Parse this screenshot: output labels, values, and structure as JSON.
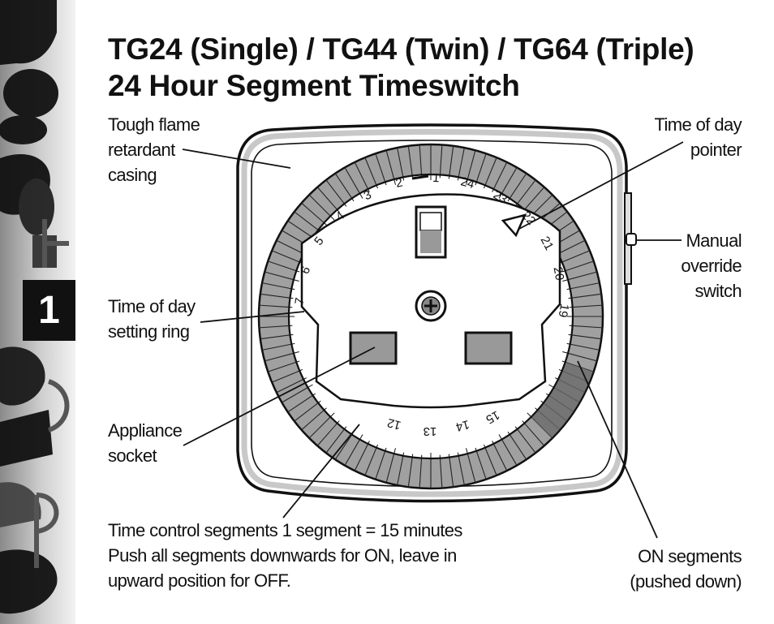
{
  "page": {
    "chapter_number": "1"
  },
  "title": {
    "line1": "TG24 (Single) / TG44 (Twin) / TG64 (Triple)",
    "line2": "24 Hour Segment Timeswitch"
  },
  "labels": {
    "casing": [
      "Tough flame",
      "retardant",
      "casing"
    ],
    "pointer": [
      "Time of day",
      "pointer"
    ],
    "override": [
      "Manual",
      "override",
      "switch"
    ],
    "setting_ring": [
      "Time of day",
      "setting ring"
    ],
    "socket": [
      "Appliance",
      "socket"
    ],
    "segments": [
      "Time control segments  1 segment = 15 minutes",
      "Push all segments downwards for ON, leave in",
      "upward position for OFF."
    ],
    "on_segments": [
      "ON segments",
      "(pushed down)"
    ]
  },
  "dial": {
    "numbers": [
      "1",
      "2",
      "3",
      "4",
      "5",
      "6",
      "7",
      "12",
      "13",
      "14",
      "15",
      "19",
      "20",
      "21",
      "22",
      "23",
      "24"
    ]
  },
  "colors": {
    "ink": "#111111",
    "casing_fill": "#ffffff",
    "rim": "#c8c8c8",
    "segment_off": "#9a9a9a",
    "segment_on": "#6a6a6a",
    "chapter_tab": "#111111"
  }
}
